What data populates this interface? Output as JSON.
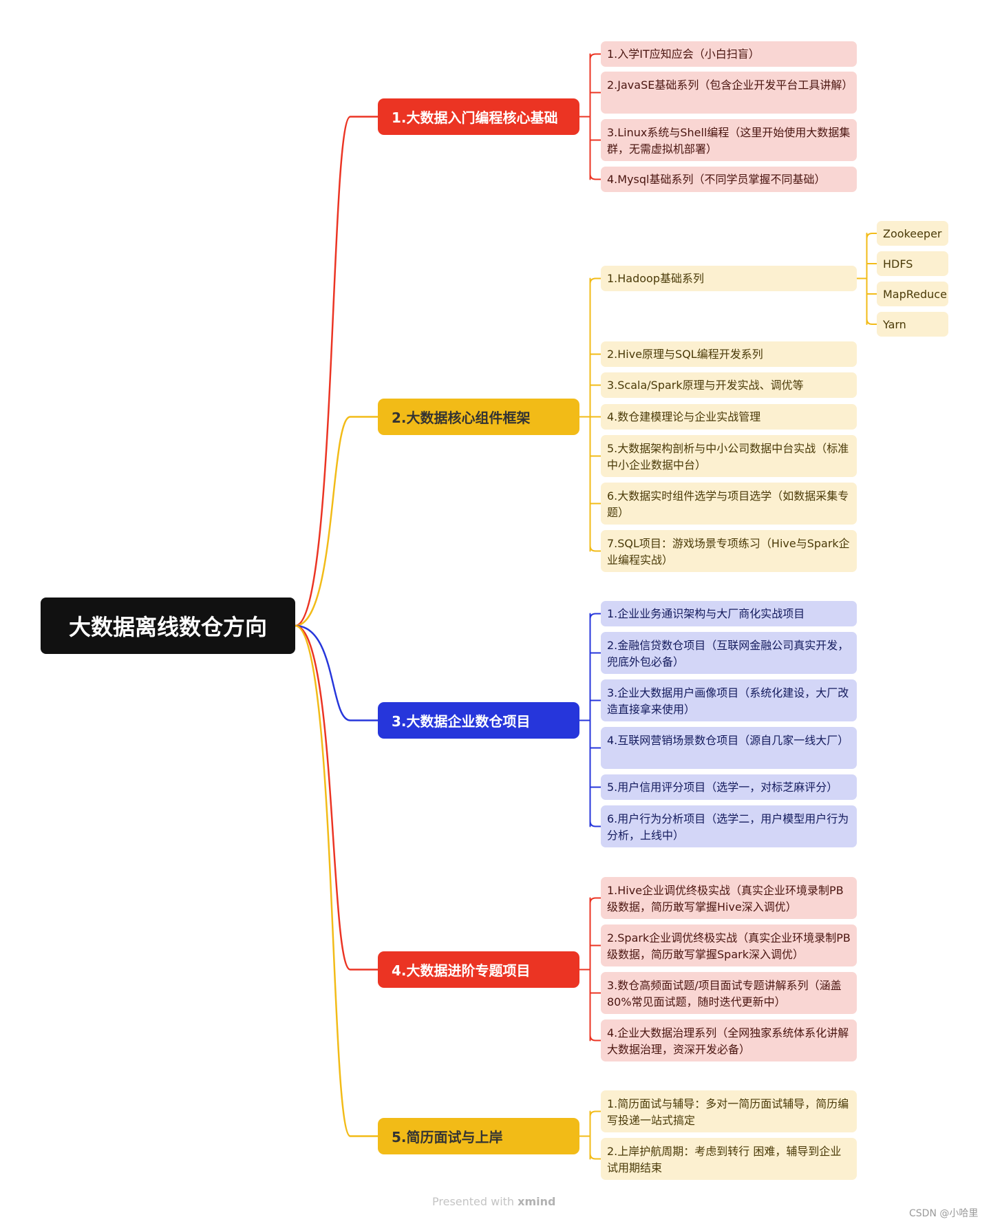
{
  "root": {
    "label": "大数据离线数仓方向"
  },
  "colors": {
    "red": "#EB3423",
    "yellow": "#F2BB17",
    "blue": "#2636DB"
  },
  "branches": [
    {
      "label": "1.大数据入门编程核心基础",
      "color": "red",
      "children": [
        {
          "label": "1.入学IT应知应会（小白扫盲）"
        },
        {
          "label": "2.JavaSE基础系列（包含企业开发平台工具讲解）"
        },
        {
          "label": "3.Linux系统与Shell编程（这里开始使用大数据集群，无需虚拟机部署）"
        },
        {
          "label": "4.Mysql基础系列（不同学员掌握不同基础）"
        }
      ]
    },
    {
      "label": "2.大数据核心组件框架",
      "color": "yellow",
      "children": [
        {
          "label": "1.Hadoop基础系列",
          "children": [
            {
              "label": "Zookeeper"
            },
            {
              "label": "HDFS"
            },
            {
              "label": "MapReduce"
            },
            {
              "label": "Yarn"
            }
          ]
        },
        {
          "label": "2.Hive原理与SQL编程开发系列"
        },
        {
          "label": "3.Scala/Spark原理与开发实战、调优等"
        },
        {
          "label": "4.数仓建模理论与企业实战管理"
        },
        {
          "label": "5.大数据架构剖析与中小公司数据中台实战（标准中小企业数据中台）"
        },
        {
          "label": "6.大数据实时组件选学与项目选学（如数据采集专题）"
        },
        {
          "label": "7.SQL项目：游戏场景专项练习（Hive与Spark企业编程实战）"
        }
      ]
    },
    {
      "label": "3.大数据企业数仓项目",
      "color": "blue",
      "children": [
        {
          "label": "1.企业业务通识架构与大厂商化实战项目"
        },
        {
          "label": "2.金融信贷数仓项目（互联网金融公司真实开发，兜底外包必备）"
        },
        {
          "label": "3.企业大数据用户画像项目（系统化建设，大厂改造直接拿来使用）"
        },
        {
          "label": "4.互联网营销场景数仓项目（源自几家一线大厂）"
        },
        {
          "label": "5.用户信用评分项目（选学一，对标芝麻评分）"
        },
        {
          "label": "6.用户行为分析项目（选学二，用户模型用户行为分析，上线中）"
        }
      ]
    },
    {
      "label": "4.大数据进阶专题项目",
      "color": "red",
      "children": [
        {
          "label": "1.Hive企业调优终极实战（真实企业环境录制PB级数据，简历敢写掌握Hive深入调优）"
        },
        {
          "label": "2.Spark企业调优终极实战（真实企业环境录制PB级数据，简历敢写掌握Spark深入调优）"
        },
        {
          "label": "3.数仓高频面试题/项目面试专题讲解系列（涵盖80%常见面试题，随时迭代更新中）"
        },
        {
          "label": "4.企业大数据治理系列（全网独家系统体系化讲解大数据治理，资深开发必备）"
        }
      ]
    },
    {
      "label": "5.简历面试与上岸",
      "color": "yellow",
      "children": [
        {
          "label": "1.简历面试与辅导：多对一简历面试辅导，简历编写投递一站式搞定"
        },
        {
          "label": "2.上岸护航周期：考虑到转行 困难，辅导到企业试用期结束"
        }
      ]
    }
  ],
  "footer": {
    "prefix": "Presented with",
    "brand": "xmind"
  },
  "watermark": "CSDN @小哈里"
}
